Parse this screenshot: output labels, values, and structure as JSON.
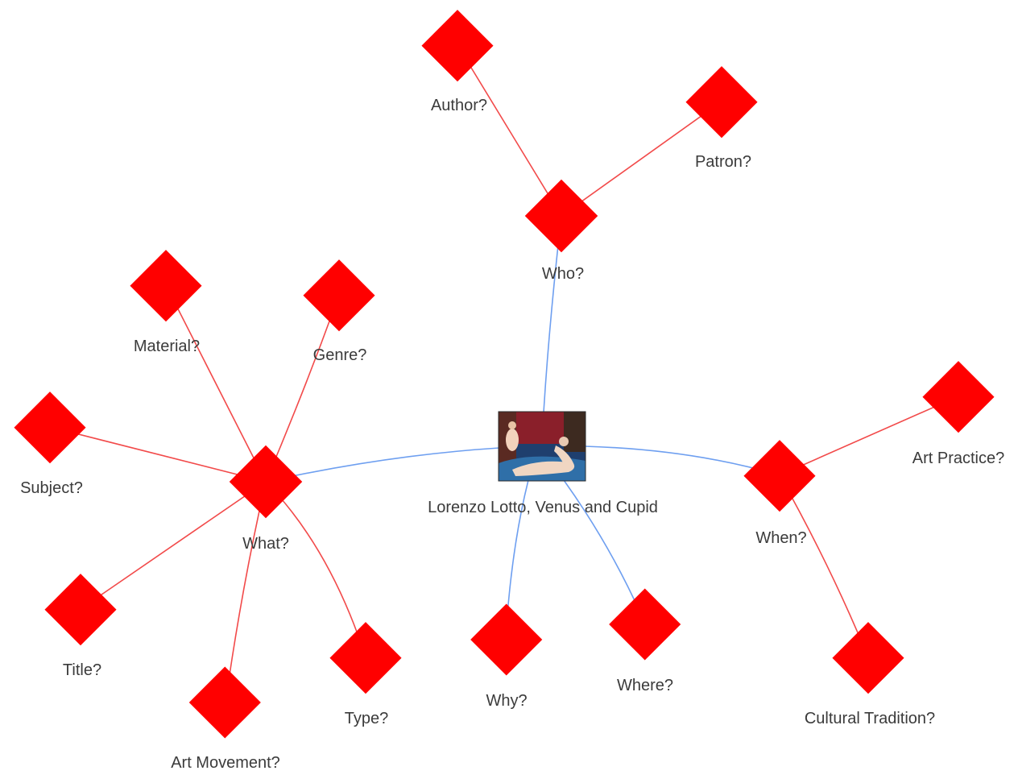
{
  "graph": {
    "colors": {
      "node": "#ff0000",
      "edge_primary": "#6e9ff0",
      "edge_secondary": "#f24a4a",
      "label": "#3b3b3b"
    },
    "root": {
      "label": "Lorenzo Lotto, Venus and Cupid",
      "icon": "painting-thumbnail"
    },
    "nodes": {
      "who": "Who?",
      "author": "Author?",
      "patron": "Patron?",
      "what": "What?",
      "material": "Material?",
      "genre": "Genre?",
      "subject": "Subject?",
      "title": "Title?",
      "art_movement": "Art Movement?",
      "type": "Type?",
      "why": "Why?",
      "where": "Where?",
      "when": "When?",
      "art_practice": "Art Practice?",
      "cultural_tradition": "Cultural Tradition?"
    }
  }
}
